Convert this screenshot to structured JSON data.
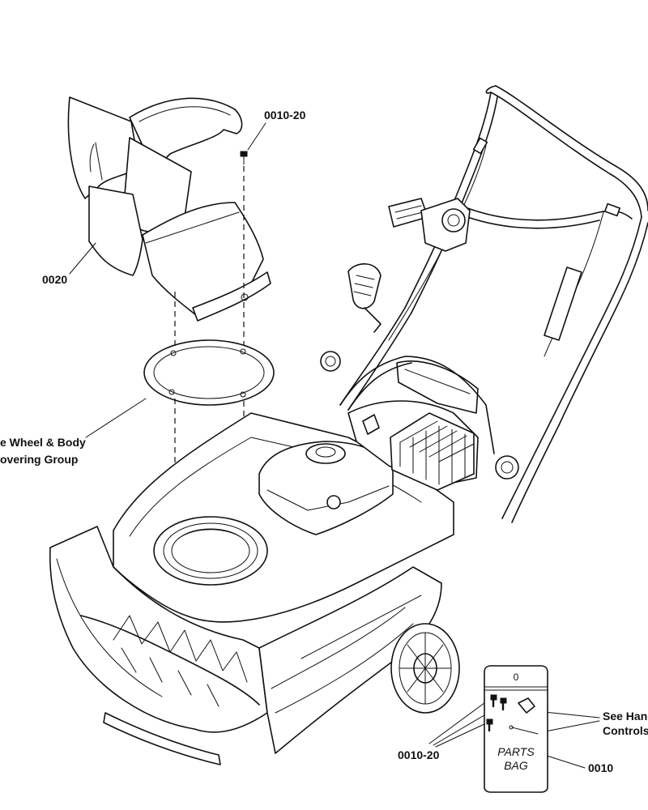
{
  "labels": {
    "bolt_top": "0010-20",
    "chute": "0020",
    "see_wheel_line1": "e Wheel & Body",
    "see_wheel_line2": "overing Group",
    "see_handle_line1": "See Han",
    "see_handle_line2": "Controls",
    "bolt_bag": "0010-20",
    "bag_part": "0010"
  },
  "bag": {
    "number": "0",
    "text_line1": "PARTS",
    "text_line2": "BAG"
  }
}
